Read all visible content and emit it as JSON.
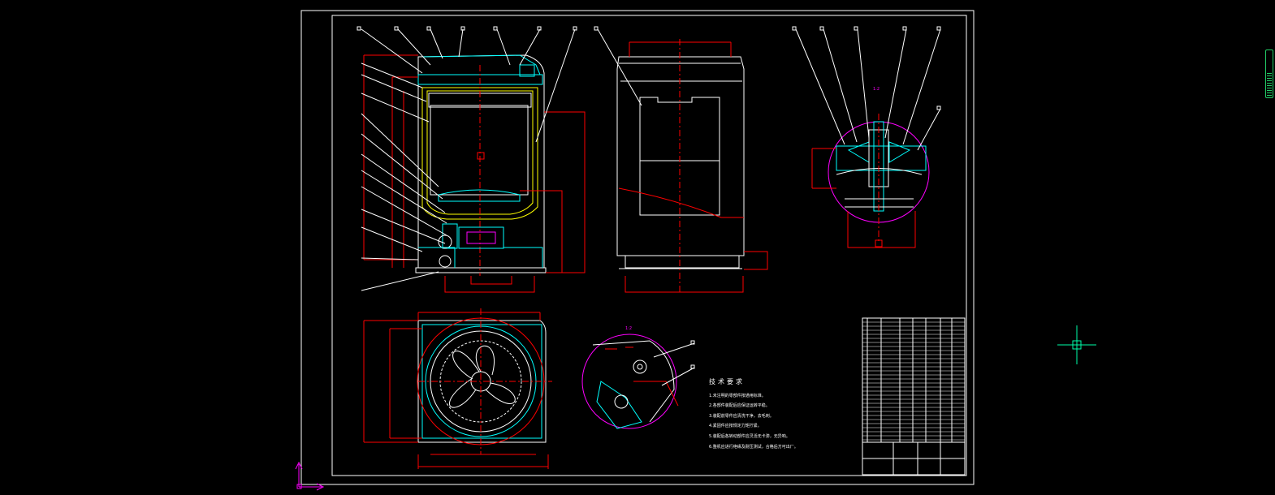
{
  "drawing": {
    "detail_top_title": "1:2",
    "detail_bottom_title": "1:2",
    "tech_notes_title": "技术要求",
    "tech_notes": [
      "1.未注明的零部件按通用标准。",
      "2.各部件装配后应保证运转平稳。",
      "3.装配前零件应清洗干净，去毛刺。",
      "4.紧固件应按规定力矩拧紧。",
      "5.装配后各转动部件应灵活无卡滞，无异响。",
      "6.整机应进行绝缘及耐压测试，合格后方可出厂。"
    ]
  },
  "colors": {
    "background": "#000000",
    "line": "#ffffff",
    "dimension": "#ff0000",
    "tub": "#ffff00",
    "part": "#00ffff",
    "detail": "#ff00ff",
    "cursor": "#00ffaa"
  }
}
